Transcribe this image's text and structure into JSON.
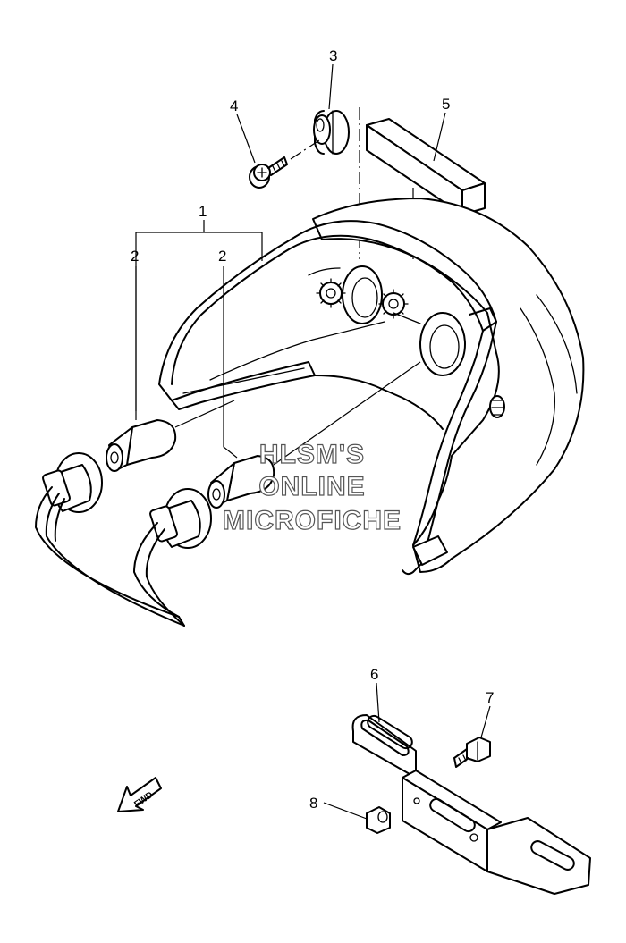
{
  "callouts": [
    {
      "id": "1",
      "label": "1"
    },
    {
      "id": "2a",
      "label": "2"
    },
    {
      "id": "2b",
      "label": "2"
    },
    {
      "id": "3",
      "label": "3"
    },
    {
      "id": "4",
      "label": "4"
    },
    {
      "id": "5",
      "label": "5"
    },
    {
      "id": "6",
      "label": "6"
    },
    {
      "id": "7",
      "label": "7"
    },
    {
      "id": "8",
      "label": "8"
    }
  ],
  "watermark": {
    "line1": "HLSM'S",
    "line2": "ONLINE",
    "line3": "MICROFICHE"
  },
  "fwd_label": "FWD"
}
